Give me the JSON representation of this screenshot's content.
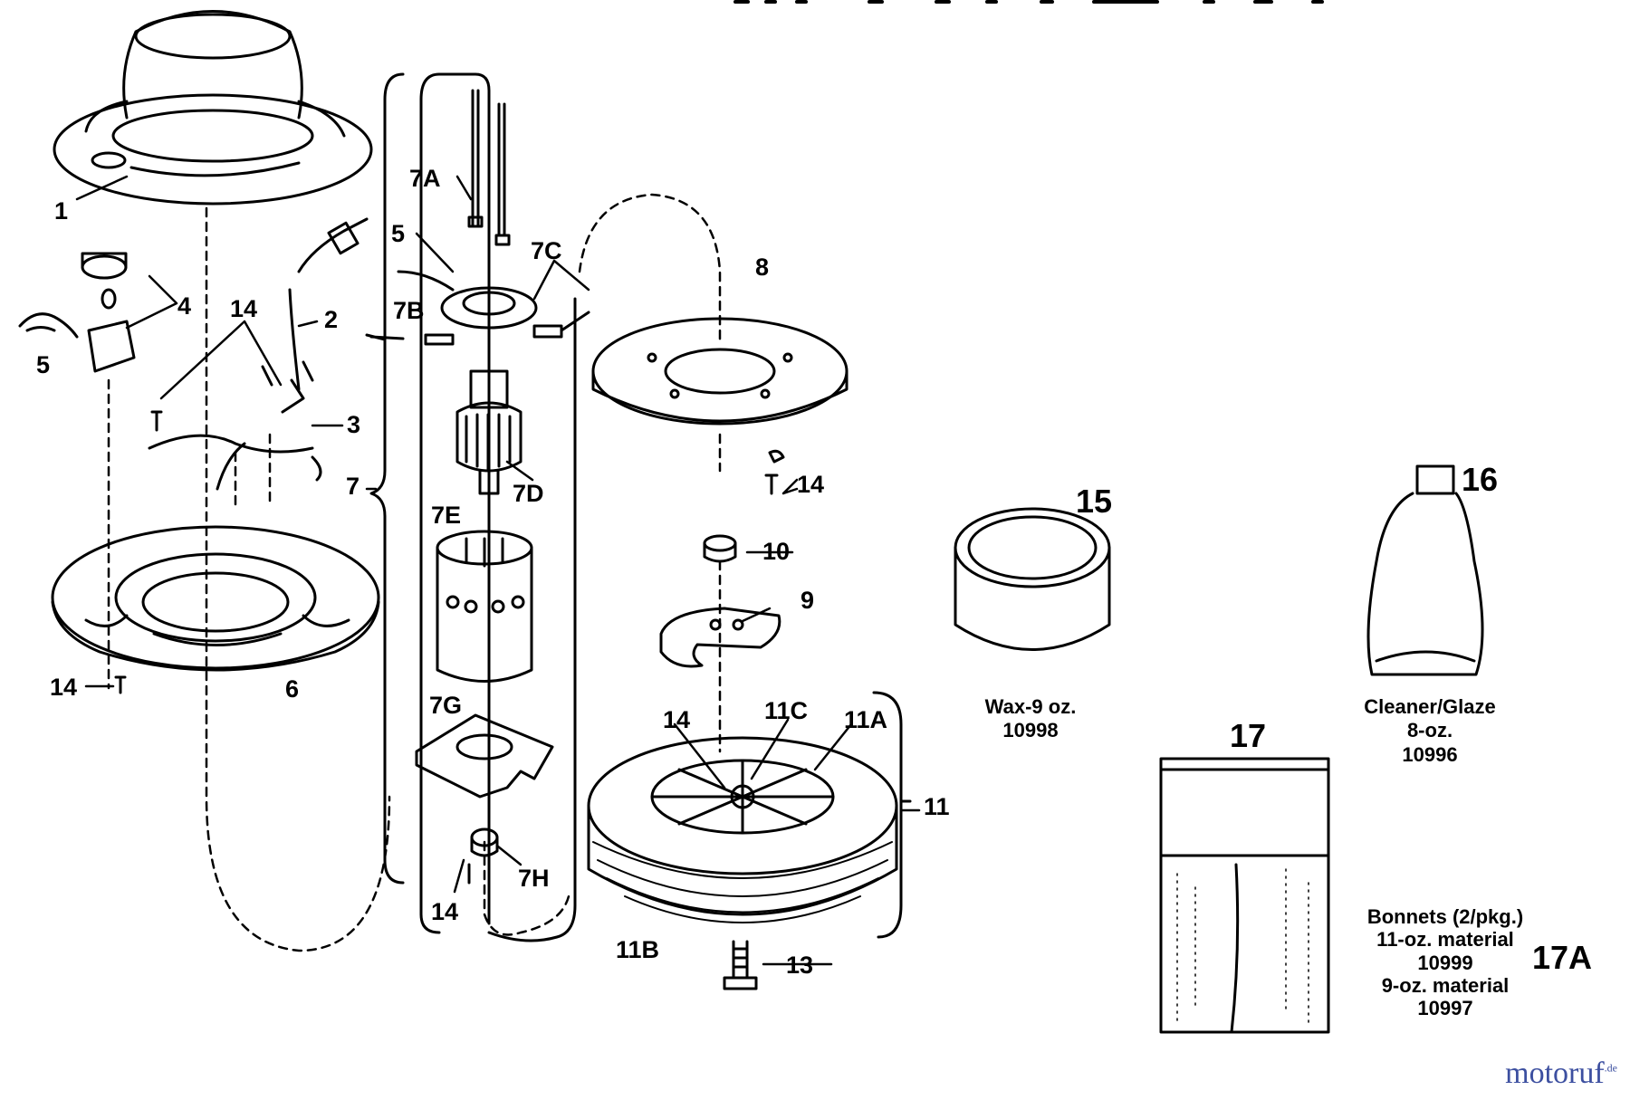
{
  "part_labels": {
    "p1": "1",
    "p2": "2",
    "p3": "3",
    "p4": "4",
    "p5a": "5",
    "p5b": "5",
    "p6": "6",
    "p7": "7",
    "p7A": "7A",
    "p7B": "7B",
    "p7C": "7C",
    "p7D": "7D",
    "p7E": "7E",
    "p7G": "7G",
    "p7H": "7H",
    "p8": "8",
    "p9": "9",
    "p10": "10",
    "p11": "11",
    "p11A": "11A",
    "p11B": "11B",
    "p11C": "11C",
    "p13": "13",
    "p14a": "14",
    "p14b": "14",
    "p14c": "14",
    "p14d": "14",
    "p14e": "14",
    "p15": "15",
    "p16": "16",
    "p17": "17",
    "p17A": "17A"
  },
  "captions": {
    "wax": [
      "Wax-9 oz.",
      "10998"
    ],
    "cleaner": [
      "Cleaner/Glaze",
      "8-oz.",
      "10996"
    ],
    "bonnets": [
      "Bonnets (2/pkg.)",
      "11-oz. material",
      "10999",
      "9-oz. material",
      "10997"
    ]
  },
  "watermark": {
    "main": "motoruf",
    "suffix": ".de"
  },
  "colors": {
    "ink": "#000000",
    "paper": "#ffffff",
    "brand_blue": "#3c4fa0",
    "brand_red": "#d2232a"
  }
}
